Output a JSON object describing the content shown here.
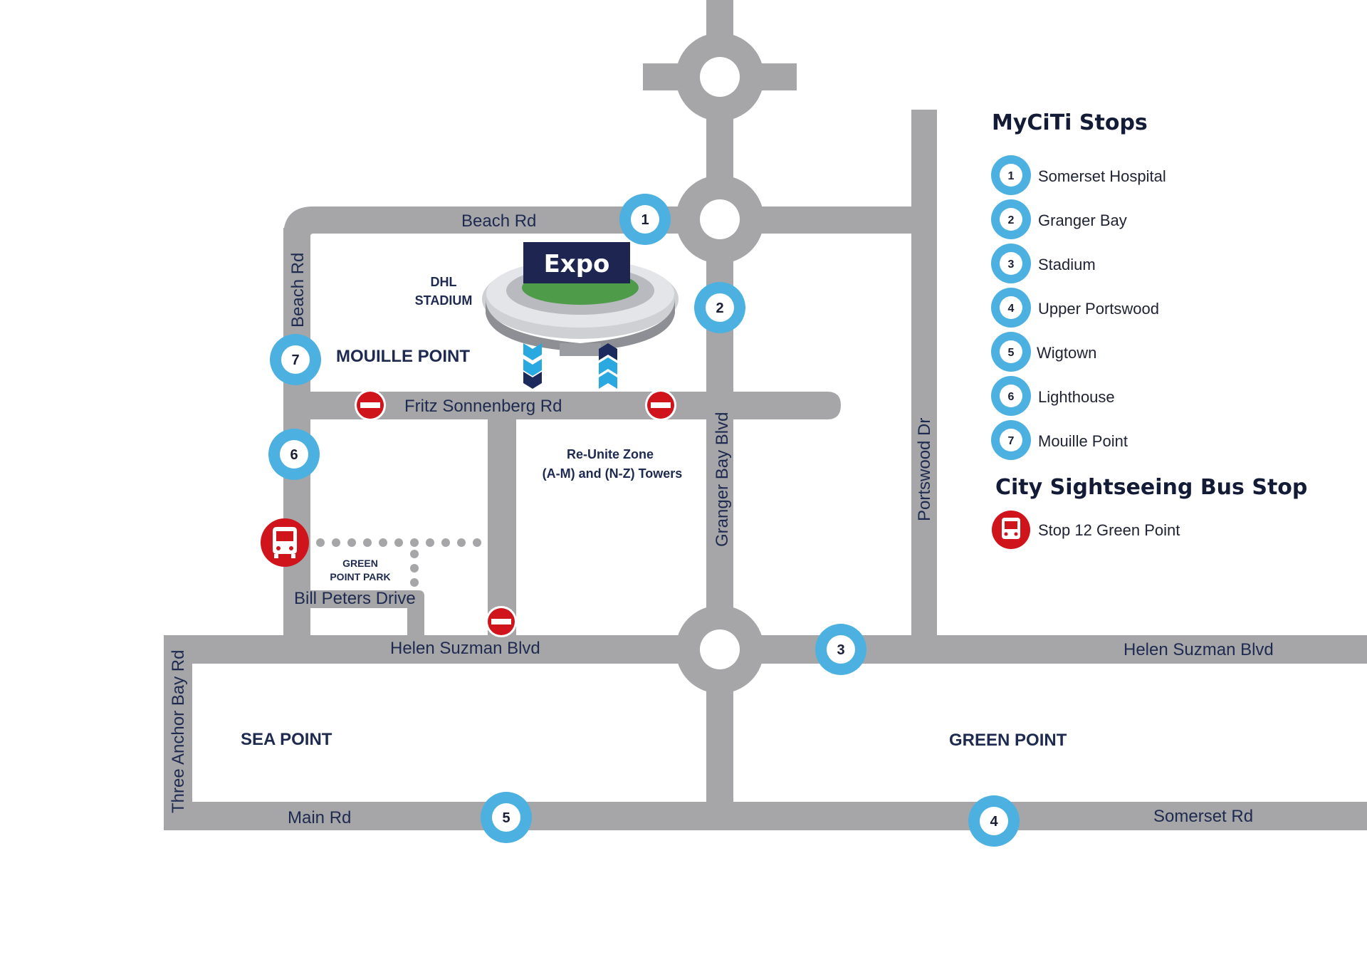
{
  "roads": {
    "beach_rd_top": "Beach Rd",
    "beach_rd_side": "Beach Rd",
    "fritz": "Fritz Sonnenberg Rd",
    "granger_bay_blvd": "Granger Bay Blvd",
    "portswood_dr": "Portswood Dr",
    "helen_suzman_left": "Helen Suzman Blvd",
    "helen_suzman_right": "Helen Suzman Blvd",
    "three_anchor": "Three Anchor Bay Rd",
    "main_rd": "Main Rd",
    "somerset_rd": "Somerset Rd",
    "bill_peters": "Bill Peters Drive"
  },
  "areas": {
    "mouille_point": "MOUILLE POINT",
    "sea_point": "SEA POINT",
    "green_point": "GREEN POINT"
  },
  "places": {
    "dhl_line1": "DHL",
    "dhl_line2": "STADIUM",
    "expo": "Expo",
    "reunite_line1": "Re-Unite Zone",
    "reunite_line2": "(A-M) and (N-Z) Towers",
    "park_line1": "GREEN",
    "park_line2": "POINT PARK"
  },
  "stops": [
    "1",
    "2",
    "3",
    "4",
    "5",
    "6",
    "7"
  ],
  "legend": {
    "myciti_title": "MyCiTi Stops",
    "items": [
      {
        "num": "1",
        "label": "Somerset Hospital"
      },
      {
        "num": "2",
        "label": "Granger Bay"
      },
      {
        "num": "3",
        "label": "Stadium"
      },
      {
        "num": "4",
        "label": "Upper Portswood"
      },
      {
        "num": "5",
        "label": "Wigtown"
      },
      {
        "num": "6",
        "label": "Lighthouse"
      },
      {
        "num": "7",
        "label": "Mouille Point"
      }
    ],
    "bus_title": "City Sightseeing Bus Stop",
    "bus_label": "Stop 12 Green Point"
  },
  "colors": {
    "road": "#a6a6a8",
    "myciti_blue": "#4cb0e0",
    "no_entry_red": "#d0141c",
    "label_navy": "#1e2a4f",
    "expo_bg": "#1d2550"
  }
}
